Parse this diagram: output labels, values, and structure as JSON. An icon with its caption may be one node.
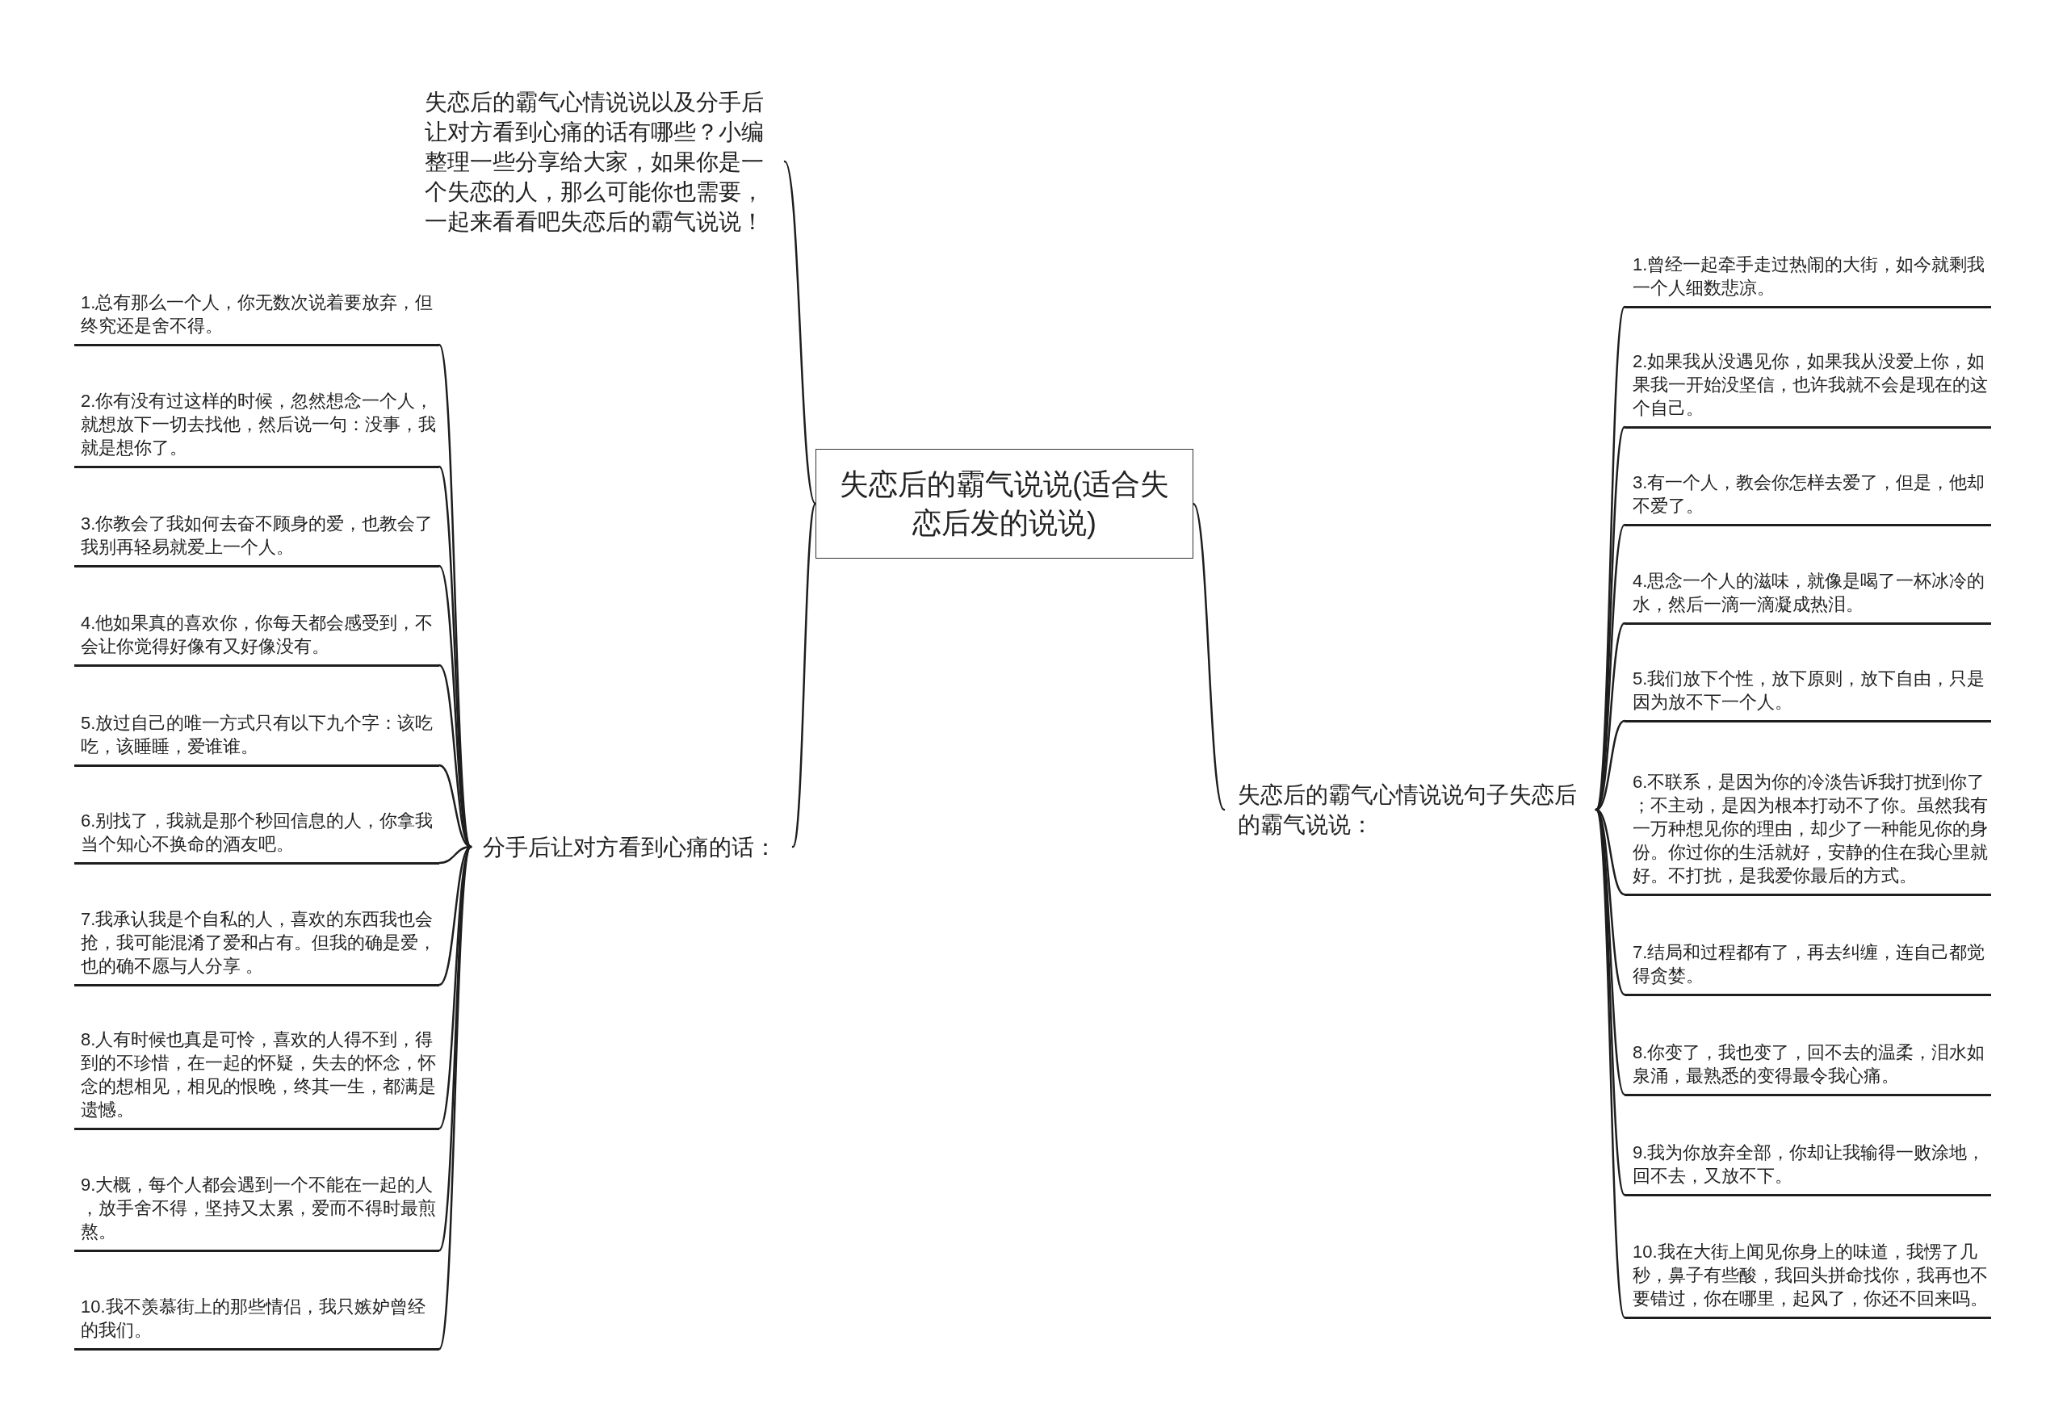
{
  "diagram": {
    "nodes": [
      {
        "text": [
          "失恋后的霸气说说(适合失恋后发的说说)"
        ]
      },
      {
        "text": [
          "失恋后的霸气心情说说以及分手后让对方看到心痛的话有哪些？小编整理一些分享给大家，如果你是一个失恋的人，那么可能你也需要，一起来看看吧失恋后的霸气说说！"
        ]
      },
      {
        "text": [
          "分手后让对方看到心痛的话："
        ]
      },
      {
        "text": [
          "1.总有那么一个人，你无数次说着要放弃，但终究还是舍不得。"
        ]
      },
      {
        "text": [
          "2.你有没有过这样的时候，忽然想念一个人，就想放下一切去找他，然后说一句：没事，我就是想你了。"
        ]
      },
      {
        "text": [
          "3.你教会了我如何去奋不顾身的爱，也教会了我别再轻易就爱上一个人。"
        ]
      },
      {
        "text": [
          "4.他如果真的喜欢你，你每天都会感受到，不会让你觉得好像有又好像没有。"
        ]
      },
      {
        "text": [
          "5.放过自己的唯一方式只有以下九个字：该吃吃，该睡睡，爱谁谁。"
        ]
      },
      {
        "text": [
          "6.别找了，我就是那个秒回信息的人，你拿我当个知心不换命的酒友吧。"
        ]
      },
      {
        "text": [
          "7.我承认我是个自私的人，喜欢的东西我也会抢，我可能混淆了爱和占有。但我的确是爱，也的确不愿与人分享 。"
        ]
      },
      {
        "text": [
          "8.人有时候也真是可怜，喜欢的人得不到，得到的不珍惜，在一起的怀疑，失去的怀念，怀念的想相见，相见的恨晚，终其一生，都满是遗憾。"
        ]
      },
      {
        "text": [
          "9.大概，每个人都会遇到一个不能在一起的人，放手舍不得，坚持又太累，爱而不得时最煎熬。"
        ]
      },
      {
        "text": [
          "10.我不羡慕街上的那些情侣，我只嫉妒曾经的我们。"
        ]
      },
      {
        "text": [
          "失恋后的霸气心情说说句子失恋后的霸气说说："
        ]
      },
      {
        "text": [
          "1.曾经一起牵手走过热闹的大街，如今就剩我一个人细数悲凉。"
        ]
      },
      {
        "text": [
          "2.如果我从没遇见你，如果我从没爱上你，如果我一开始没坚信，也许我就不会是现在的这个自己。"
        ]
      },
      {
        "text": [
          "3.有一个人，教会你怎样去爱了，但是，他却不爱了。"
        ]
      },
      {
        "text": [
          "4.思念一个人的滋味，就像是喝了一杯冰冷的水，然后一滴一滴凝成热泪。"
        ]
      },
      {
        "text": [
          "5.我们放下个性，放下原则，放下自由，只是因为放不下一个人。"
        ]
      },
      {
        "text": [
          "6.不联系，是因为你的冷淡告诉我打扰到你了；不主动，是因为根本打动不了你。虽然我有一万种想见你的理由，却少了一种能见你的身份。你过你的生活就好，安静的住在我心里就好。不打扰，是我爱你最后的方式。"
        ]
      },
      {
        "text": [
          "7.结局和过程都有了，再去纠缠，连自己都觉得贪婪。"
        ]
      },
      {
        "text": [
          "8.你变了，我也变了，回不去的温柔，泪水如泉涌，最熟悉的变得最令我心痛。"
        ]
      },
      {
        "text": [
          "9.我为你放弃全部，你却让我输得一败涂地，回不去，又放不下。"
        ]
      },
      {
        "text": [
          "10.我在大街上闻见你身上的味道，我愣了几秒，鼻子有些酸，我回头拼命找你，我再也不要错过，你在哪里，起风了，你还不回来吗。"
        ]
      }
    ],
    "edges": [
      {
        "from": 0,
        "to": 1,
        "arrow": "none"
      },
      {
        "from": 0,
        "to": 2,
        "arrow": "none"
      },
      {
        "from": 2,
        "to": 3,
        "arrow": "none"
      },
      {
        "from": 2,
        "to": 4,
        "arrow": "none"
      },
      {
        "from": 2,
        "to": 5,
        "arrow": "none"
      },
      {
        "from": 2,
        "to": 6,
        "arrow": "none"
      },
      {
        "from": 2,
        "to": 7,
        "arrow": "none"
      },
      {
        "from": 2,
        "to": 8,
        "arrow": "none"
      },
      {
        "from": 2,
        "to": 9,
        "arrow": "none"
      },
      {
        "from": 2,
        "to": 10,
        "arrow": "none"
      },
      {
        "from": 2,
        "to": 11,
        "arrow": "none"
      },
      {
        "from": 2,
        "to": 12,
        "arrow": "none"
      },
      {
        "from": 0,
        "to": 13,
        "arrow": "none"
      },
      {
        "from": 13,
        "to": 14,
        "arrow": "none"
      },
      {
        "from": 13,
        "to": 15,
        "arrow": "none"
      },
      {
        "from": 13,
        "to": 16,
        "arrow": "none"
      },
      {
        "from": 13,
        "to": 17,
        "arrow": "none"
      },
      {
        "from": 13,
        "to": 18,
        "arrow": "none"
      },
      {
        "from": 13,
        "to": 19,
        "arrow": "none"
      },
      {
        "from": 13,
        "to": 20,
        "arrow": "none"
      },
      {
        "from": 13,
        "to": 21,
        "arrow": "none"
      },
      {
        "from": 13,
        "to": 22,
        "arrow": "none"
      },
      {
        "from": 13,
        "to": 23,
        "arrow": "none"
      }
    ]
  }
}
